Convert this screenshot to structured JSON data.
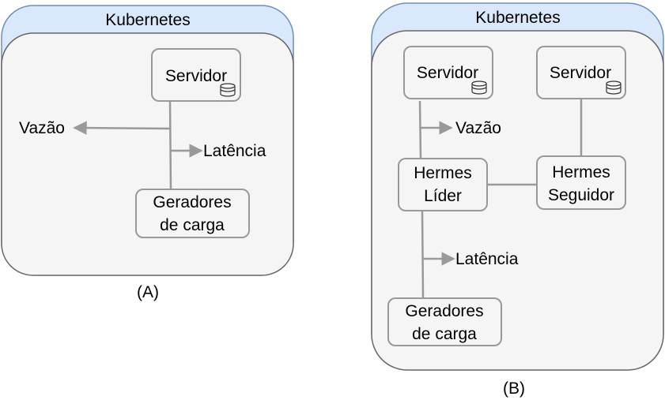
{
  "colors": {
    "kubernetes_fill": "#dae8fc",
    "kubernetes_stroke": "#6c8ebf",
    "container_fill": "#f5f5f5",
    "container_stroke": "#666666",
    "node_fill": "#f5f5f5",
    "node_stroke": "#999999",
    "connector": "#999999"
  },
  "diagram_a": {
    "kubernetes_label": "Kubernetes",
    "server_label": "Servidor",
    "server_icon": "database-icon",
    "load_generators_line1": "Geradores",
    "load_generators_line2": "de carga",
    "throughput_label": "Vazão",
    "latency_label": "Latência",
    "caption": "(A)"
  },
  "diagram_b": {
    "kubernetes_label": "Kubernetes",
    "server_left_label": "Servidor",
    "server_right_label": "Servidor",
    "server_icon": "database-icon",
    "leader_line1": "Hermes",
    "leader_line2": "Líder",
    "follower_line1": "Hermes",
    "follower_line2": "Seguidor",
    "load_generators_line1": "Geradores",
    "load_generators_line2": "de carga",
    "throughput_label": "Vazão",
    "latency_label": "Latência",
    "caption": "(B)"
  }
}
